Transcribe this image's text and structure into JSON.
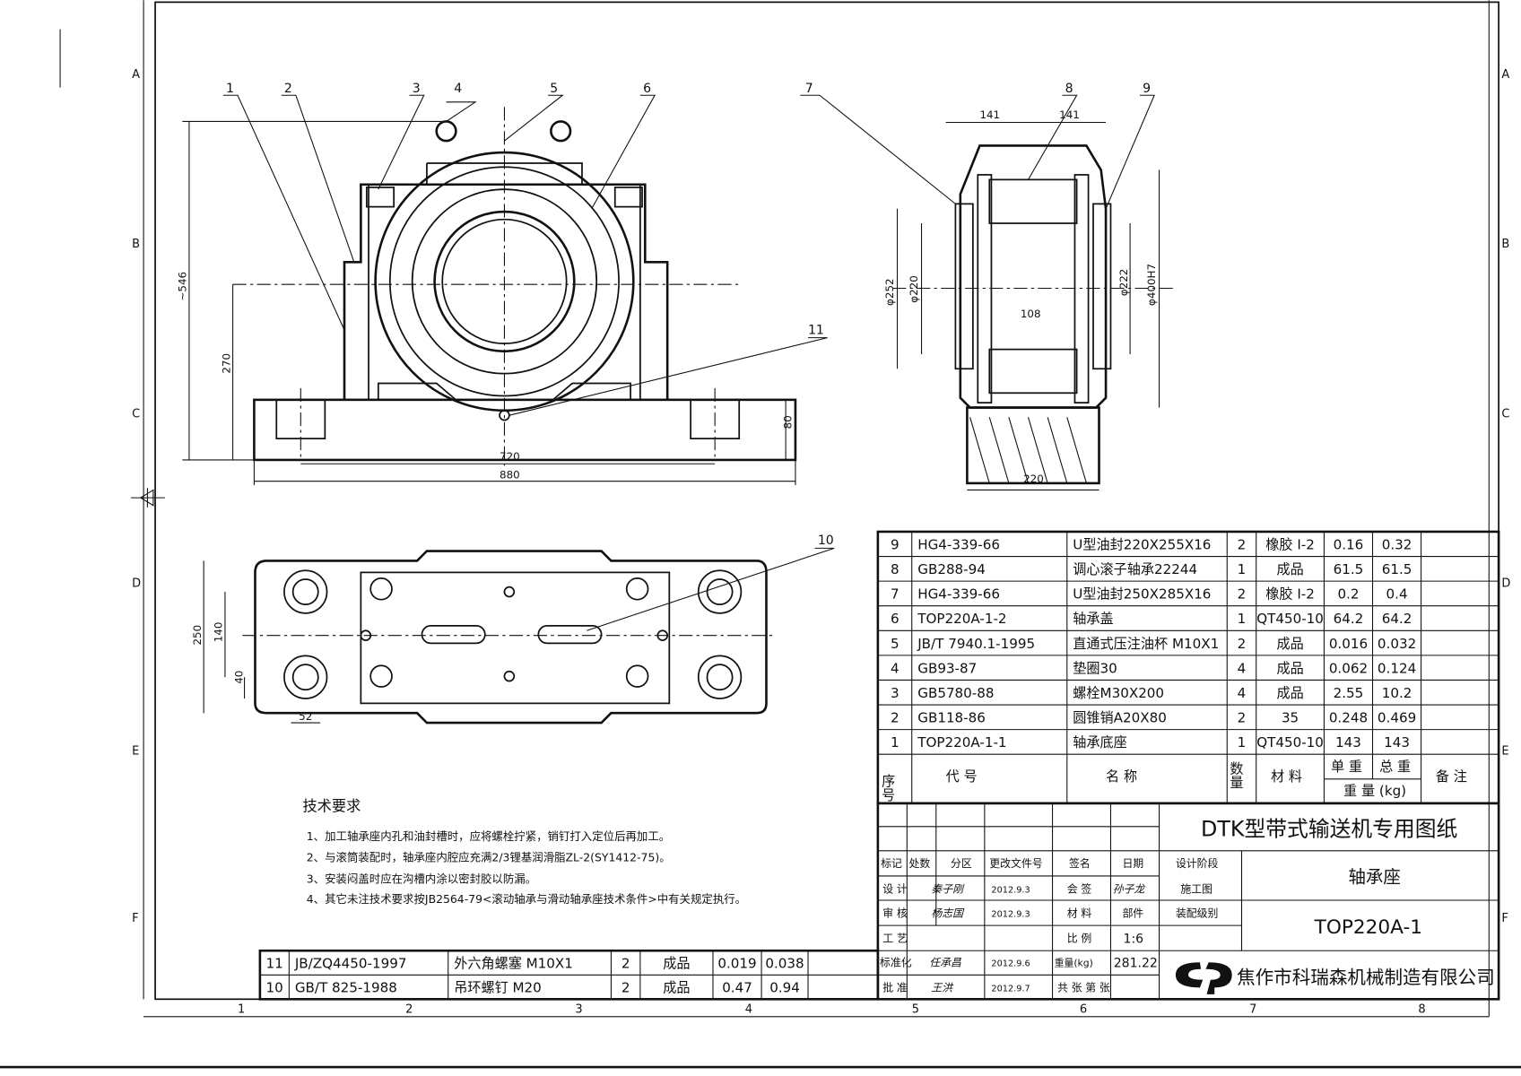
{
  "zones_left": [
    "A",
    "B",
    "C",
    "D",
    "E",
    "F"
  ],
  "zones_bottom": [
    "1",
    "2",
    "3",
    "4",
    "5",
    "6",
    "7",
    "8"
  ],
  "callouts": [
    "1",
    "2",
    "3",
    "4",
    "5",
    "6",
    "7",
    "8",
    "9",
    "10",
    "11"
  ],
  "dimensions": {
    "front": {
      "height_total": "~546",
      "center_height": "270",
      "base_height": "80",
      "bolt_span": "720",
      "base_length": "880"
    },
    "side": {
      "w1": "141",
      "w2": "141",
      "inner": "108",
      "bottom": "220",
      "d252": "φ252",
      "d220": "φ220",
      "d222": "φ222",
      "d400": "φ400H7"
    },
    "top": {
      "width": "250",
      "bolt_pitch": "140",
      "offset": "40",
      "slot": "52"
    }
  },
  "tech_requirements": {
    "title": "技术要求",
    "items": [
      "1、加工轴承座内孔和油封槽时，应将螺栓拧紧，销钉打入定位后再加工。",
      "2、与滚筒装配时，轴承座内腔应充满2/3锂基润滑脂ZL-2(SY1412-75)。",
      "3、安装闷盖时应在沟槽内涂以密封胶以防漏。",
      "4、其它未注技术要求按JB2564-79<滚动轴承与滑动轴承座技术条件>中有关规定执行。"
    ]
  },
  "parts_table": {
    "header": {
      "no": "序号",
      "code": "代  号",
      "name": "名  称",
      "qty": "数量",
      "material": "材 料",
      "unit_wt": "单 重",
      "total_wt": "总 重",
      "weight": "重 量 (kg)",
      "remark": "备 注"
    },
    "rows": [
      [
        "9",
        "HG4-339-66",
        "U型油封220X255X16",
        "2",
        "橡胶 I-2",
        "0.16",
        "0.32"
      ],
      [
        "8",
        "GB288-94",
        "调心滚子轴承22244",
        "1",
        "成品",
        "61.5",
        "61.5"
      ],
      [
        "7",
        "HG4-339-66",
        "U型油封250X285X16",
        "2",
        "橡胶 I-2",
        "0.2",
        "0.4"
      ],
      [
        "6",
        "TOP220A-1-2",
        "轴承盖",
        "1",
        "QT450-10",
        "64.2",
        "64.2"
      ],
      [
        "5",
        "JB/T 7940.1-1995",
        "直通式压注油杯 M10X1",
        "2",
        "成品",
        "0.016",
        "0.032"
      ],
      [
        "4",
        "GB93-87",
        "垫圈30",
        "4",
        "成品",
        "0.062",
        "0.124"
      ],
      [
        "3",
        "GB5780-88",
        "螺栓M30X200",
        "4",
        "成品",
        "2.55",
        "10.2"
      ],
      [
        "2",
        "GB118-86",
        "圆锥销A20X80",
        "2",
        "35",
        "0.248",
        "0.469"
      ],
      [
        "1",
        "TOP220A-1-1",
        "轴承底座",
        "1",
        "QT450-10",
        "143",
        "143"
      ]
    ],
    "extra_rows": [
      [
        "11",
        "JB/ZQ4450-1997",
        "外六角螺塞 M10X1",
        "2",
        "成品",
        "0.019",
        "0.038"
      ],
      [
        "10",
        "GB/T 825-1988",
        "吊环螺钉 M20",
        "2",
        "成品",
        "0.47",
        "0.94"
      ]
    ]
  },
  "title_block": {
    "series_title": "DTK型带式输送机专用图纸",
    "part_name": "轴承座",
    "drawing_no": "TOP220A-1",
    "company": "焦作市科瑞森机械制造有限公司",
    "labels": {
      "mark": "标记",
      "count": "处数",
      "zone": "分区",
      "change_doc": "更改文件号",
      "sign": "签名",
      "date": "日期",
      "design_stage": "设计阶段",
      "design": "设 计",
      "countersign": "会 签",
      "construction": "施工图",
      "review": "审 核",
      "material": "材 料",
      "part": "部件",
      "assembly_level": "装配级别",
      "process": "工 艺",
      "scale": "比 例",
      "scale_value": "1:6",
      "standardize": "标准化",
      "weight": "重量(kg)",
      "weight_value": "281.22",
      "approve": "批 准",
      "sheets": "共   张 第   张"
    },
    "signatures": {
      "design": "秦子刚",
      "design_date": "2012.9.3",
      "countersign": "孙子龙",
      "review": "杨志国",
      "review_date": "2012.9.3",
      "standard": "任承昌",
      "standard_date": "2012.9.6",
      "approve": "王洪",
      "approve_date": "2012.9.7"
    }
  }
}
